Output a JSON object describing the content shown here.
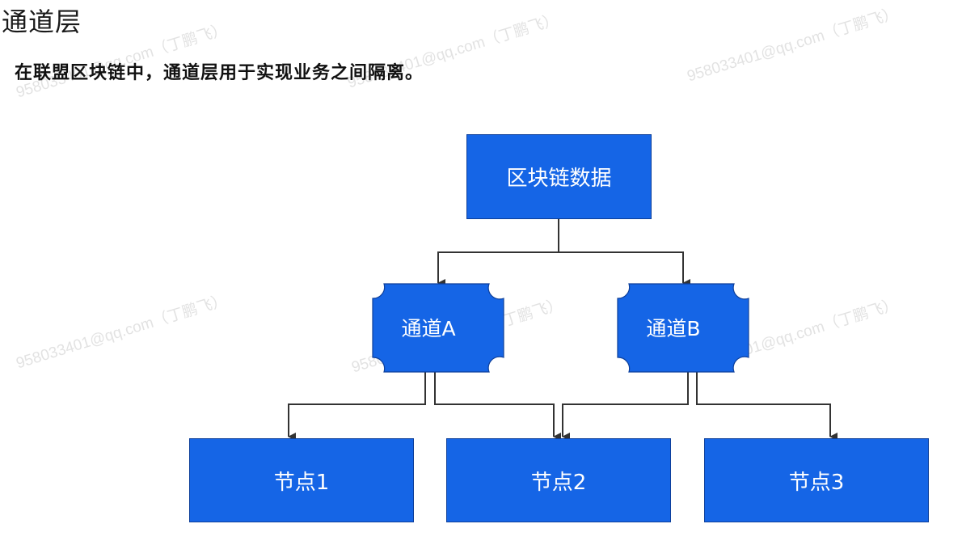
{
  "page": {
    "title": "通道层",
    "subtitle": "在联盟区块链中，通道层用于实现业务之间隔离。"
  },
  "diagram": {
    "root": "区块链数据",
    "channels": [
      "通道A",
      "通道B"
    ],
    "nodes": [
      "节点1",
      "节点2",
      "节点3"
    ],
    "box_color": "#1565e6",
    "edges": [
      {
        "from": "区块链数据",
        "to": "通道A"
      },
      {
        "from": "区块链数据",
        "to": "通道B"
      },
      {
        "from": "通道A",
        "to": "节点1"
      },
      {
        "from": "通道A",
        "to": "节点2"
      },
      {
        "from": "通道B",
        "to": "节点2"
      },
      {
        "from": "通道B",
        "to": "节点3"
      }
    ]
  },
  "watermark": {
    "text": "958033401@qq.com（丁鹏飞）"
  }
}
